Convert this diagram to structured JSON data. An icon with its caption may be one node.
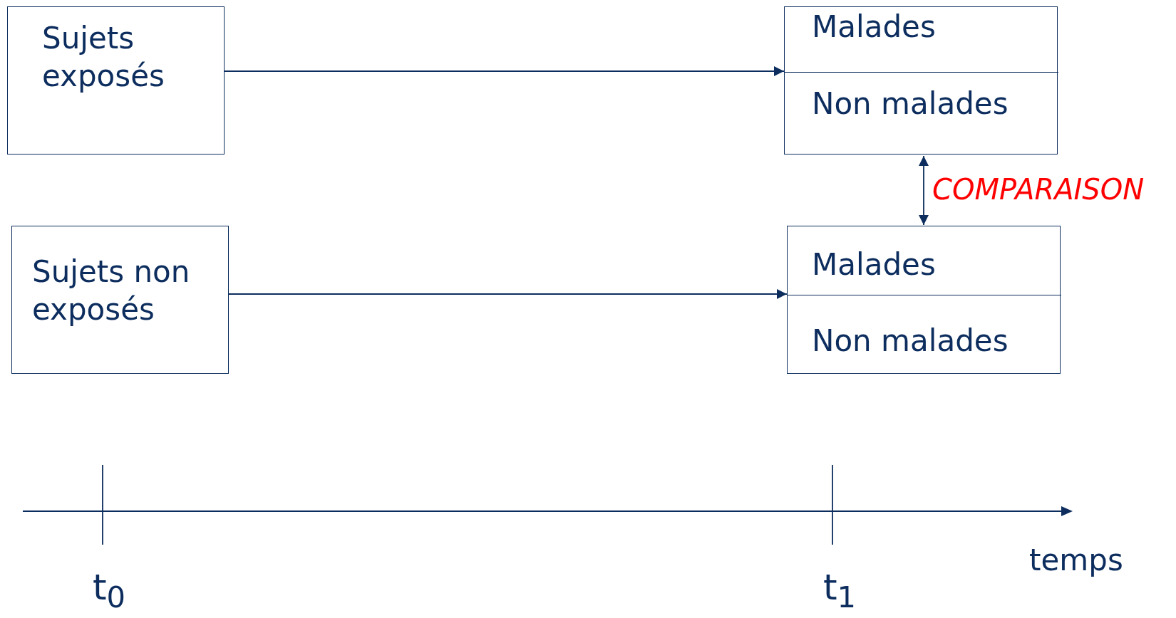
{
  "diagram": {
    "nodes": [
      {
        "text": [
          "Sujets exposés"
        ]
      },
      {
        "text": [],
        "shape": "box"
      },
      {
        "text": [
          "Malades"
        ],
        "in": 1
      },
      {
        "text": [
          "Non malades"
        ],
        "in": 1
      },
      {
        "text": [
          "Sujets non exposés"
        ]
      },
      {
        "text": [],
        "shape": "box"
      },
      {
        "text": [
          "Malades"
        ],
        "in": 5
      },
      {
        "text": [
          "Non malades"
        ],
        "in": 5
      }
    ],
    "edges": [
      {
        "from": 0,
        "to": 1,
        "arrow": "to"
      },
      {
        "from": 4,
        "to": 5,
        "arrow": "to"
      },
      {
        "from": 1,
        "to": 5,
        "arrow": "both",
        "label": "COMPARAISON"
      }
    ],
    "labels": [
      "t$_{0}$",
      "t$_{1}$",
      "temps"
    ]
  }
}
